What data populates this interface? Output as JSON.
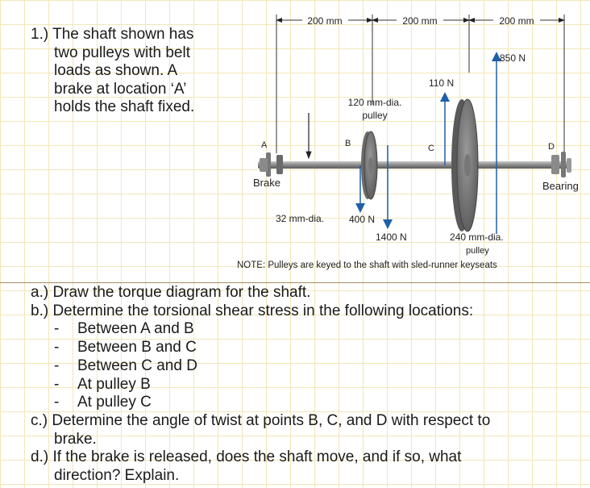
{
  "intro": {
    "lines": [
      "1.) The shaft shown has",
      "two pulleys with belt",
      "loads as shown.  A",
      "brake at location ‘A’",
      "holds the shaft fixed."
    ]
  },
  "diagram": {
    "dim_ab": "200 mm",
    "dim_bc": "200 mm",
    "dim_cd": "200 mm",
    "force_850": "850 N",
    "force_110": "110 N",
    "pulley_b_label_1": "120 mm-dia.",
    "pulley_b_label_2": "pulley",
    "point_a": "A",
    "point_b": "B",
    "point_c": "C",
    "point_d": "D",
    "brake": "Brake",
    "bearing": "Bearing",
    "shaft_dia": "32 mm-dia.",
    "force_400": "400 N",
    "force_1400": "1400 N",
    "pulley_c_label_1": "240 mm-dia.",
    "pulley_c_label_2": "pulley",
    "note": "NOTE: Pulleys are keyed to the shaft with sled-runner keyseats"
  },
  "questions": {
    "a": "a.) Draw the torque diagram for the shaft.",
    "b": "b.) Determine the torsional shear stress in the following locations:",
    "b_items": [
      "Between A and B",
      "Between B and C",
      "Between C and D",
      "At pulley B",
      "At pulley C"
    ],
    "c_1": "c.) Determine the angle of twist at points B, C, and D with respect to",
    "c_2": "brake.",
    "d_1": "d.) If the brake is released, does the shaft move, and if so, what",
    "d_2": "direction?  Explain."
  }
}
